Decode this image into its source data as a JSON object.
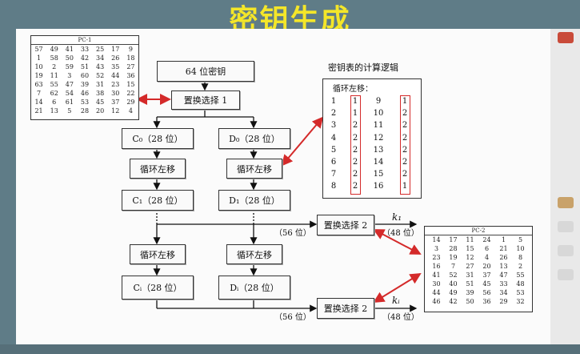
{
  "title": "密钥生成",
  "pc1": {
    "caption": "PC-1",
    "rows": [
      [
        "57",
        "49",
        "41",
        "33",
        "25",
        "17",
        "9"
      ],
      [
        "1",
        "58",
        "50",
        "42",
        "34",
        "26",
        "18"
      ],
      [
        "10",
        "2",
        "59",
        "51",
        "43",
        "35",
        "27"
      ],
      [
        "19",
        "11",
        "3",
        "60",
        "52",
        "44",
        "36"
      ],
      [
        "63",
        "55",
        "47",
        "39",
        "31",
        "23",
        "15"
      ],
      [
        "7",
        "62",
        "54",
        "46",
        "38",
        "30",
        "22"
      ],
      [
        "14",
        "6",
        "61",
        "53",
        "45",
        "37",
        "29"
      ],
      [
        "21",
        "13",
        "5",
        "28",
        "20",
        "12",
        "4"
      ]
    ]
  },
  "pc2": {
    "caption": "PC-2",
    "rows": [
      [
        "14",
        "17",
        "11",
        "24",
        "1",
        "5"
      ],
      [
        "3",
        "28",
        "15",
        "6",
        "21",
        "10"
      ],
      [
        "23",
        "19",
        "12",
        "4",
        "26",
        "8"
      ],
      [
        "16",
        "7",
        "27",
        "20",
        "13",
        "2"
      ],
      [
        "41",
        "52",
        "31",
        "37",
        "47",
        "55"
      ],
      [
        "30",
        "40",
        "51",
        "45",
        "33",
        "48"
      ],
      [
        "44",
        "49",
        "39",
        "56",
        "34",
        "53"
      ],
      [
        "46",
        "42",
        "50",
        "36",
        "29",
        "32"
      ]
    ]
  },
  "flow": {
    "key64": "64 位密钥",
    "pc1_box": "置换选择 1",
    "c0": "C₀（28 位）",
    "d0": "D₀（28 位）",
    "shift_left": "循环左移",
    "c1": "C₁（28 位）",
    "d1": "D₁（28 位）",
    "ci": "Cᵢ（28 位）",
    "di": "Dᵢ（28 位）",
    "pc2_box": "置换选择 2",
    "bits56": "（56 位）",
    "bits48": "（48 位）",
    "k1": "k₁",
    "ki": "kᵢ"
  },
  "shift_table": {
    "heading": "密钥表的计算逻辑",
    "subheading": "循环左移：",
    "left_rounds": [
      "1",
      "2",
      "3",
      "4",
      "5",
      "6",
      "7",
      "8"
    ],
    "left_shifts": [
      "1",
      "1",
      "2",
      "2",
      "2",
      "2",
      "2",
      "2"
    ],
    "right_rounds": [
      "9",
      "10",
      "11",
      "12",
      "13",
      "14",
      "15",
      "16"
    ],
    "right_shifts": [
      "1",
      "2",
      "2",
      "2",
      "2",
      "2",
      "2",
      "1"
    ]
  },
  "colors": {
    "title": "#f4e629",
    "background": "#5f7c87",
    "arrow_red": "#d42a2a",
    "marker_green": "#1fd84a"
  }
}
